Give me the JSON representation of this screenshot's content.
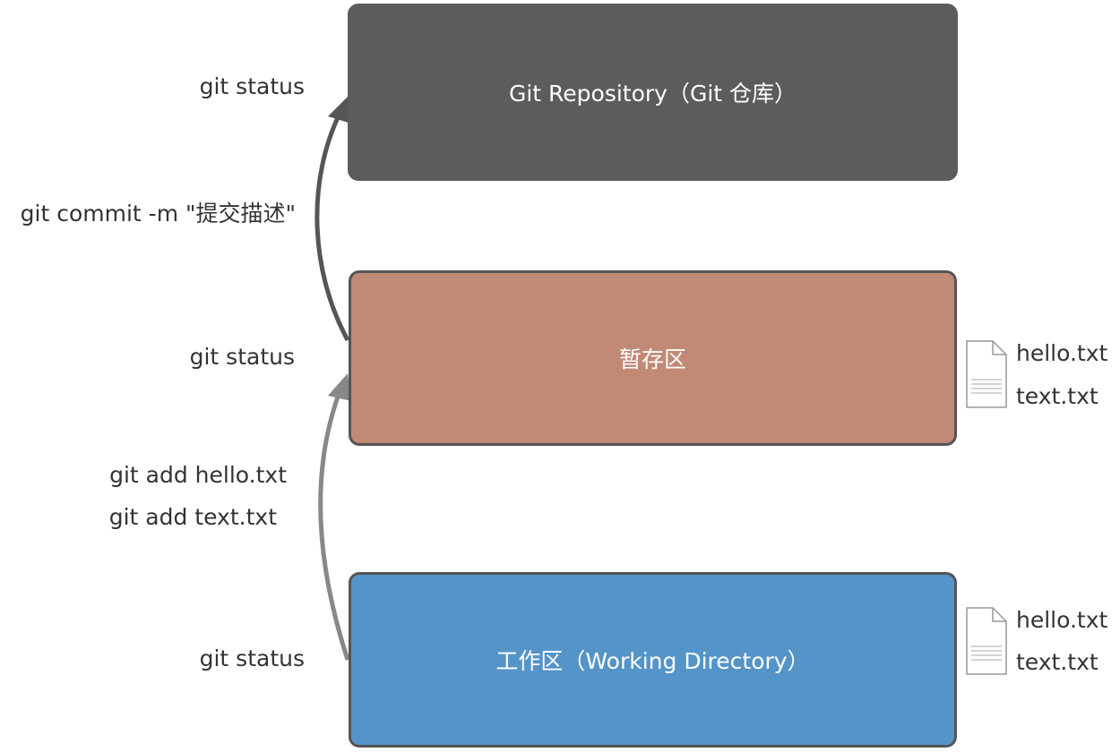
{
  "repository": {
    "label": "Git Repository（Git 仓库）"
  },
  "staging": {
    "label": "暂存区",
    "files": [
      "hello.txt",
      "text.txt"
    ]
  },
  "working": {
    "label": "工作区（Working Directory）",
    "files": [
      "hello.txt",
      "text.txt"
    ]
  },
  "commands": {
    "status_top": "git status",
    "commit": "git commit -m \"提交描述\"",
    "status_middle": "git status",
    "add_hello": "git add  hello.txt",
    "add_text": "git add text.txt",
    "status_bottom": "git status"
  },
  "colors": {
    "repository": "#5c5c5c",
    "staging": "#c08a77",
    "working": "#5494c9",
    "commit_arrow": "#555555",
    "add_arrow": "#888888"
  }
}
